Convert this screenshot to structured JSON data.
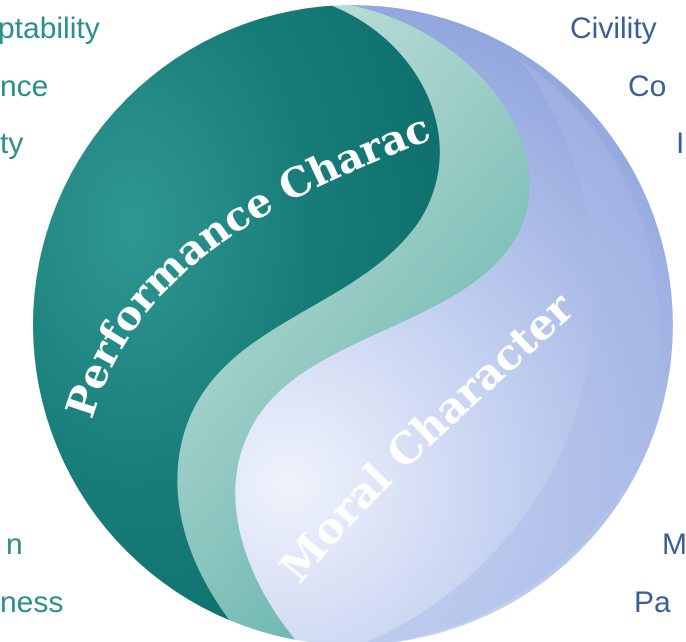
{
  "diagram": {
    "performance_label": "Performance Character",
    "moral_label": "Moral Character",
    "colors": {
      "teal_dark": "#0e6f6c",
      "teal_mid": "#2f9793",
      "teal_light": "#b9ddd6",
      "blue_light": "#dfe6f7",
      "blue_mid": "#9fb3e3",
      "blue_dark": "#7f98d6",
      "left_text": "#2b8f8c",
      "right_text": "#3a5f95"
    }
  },
  "left_words": [
    "ptability",
    "nce",
    "ty",
    "n",
    "ness"
  ],
  "right_words": [
    "Civility",
    "Co",
    "I",
    "M",
    "Pa"
  ]
}
